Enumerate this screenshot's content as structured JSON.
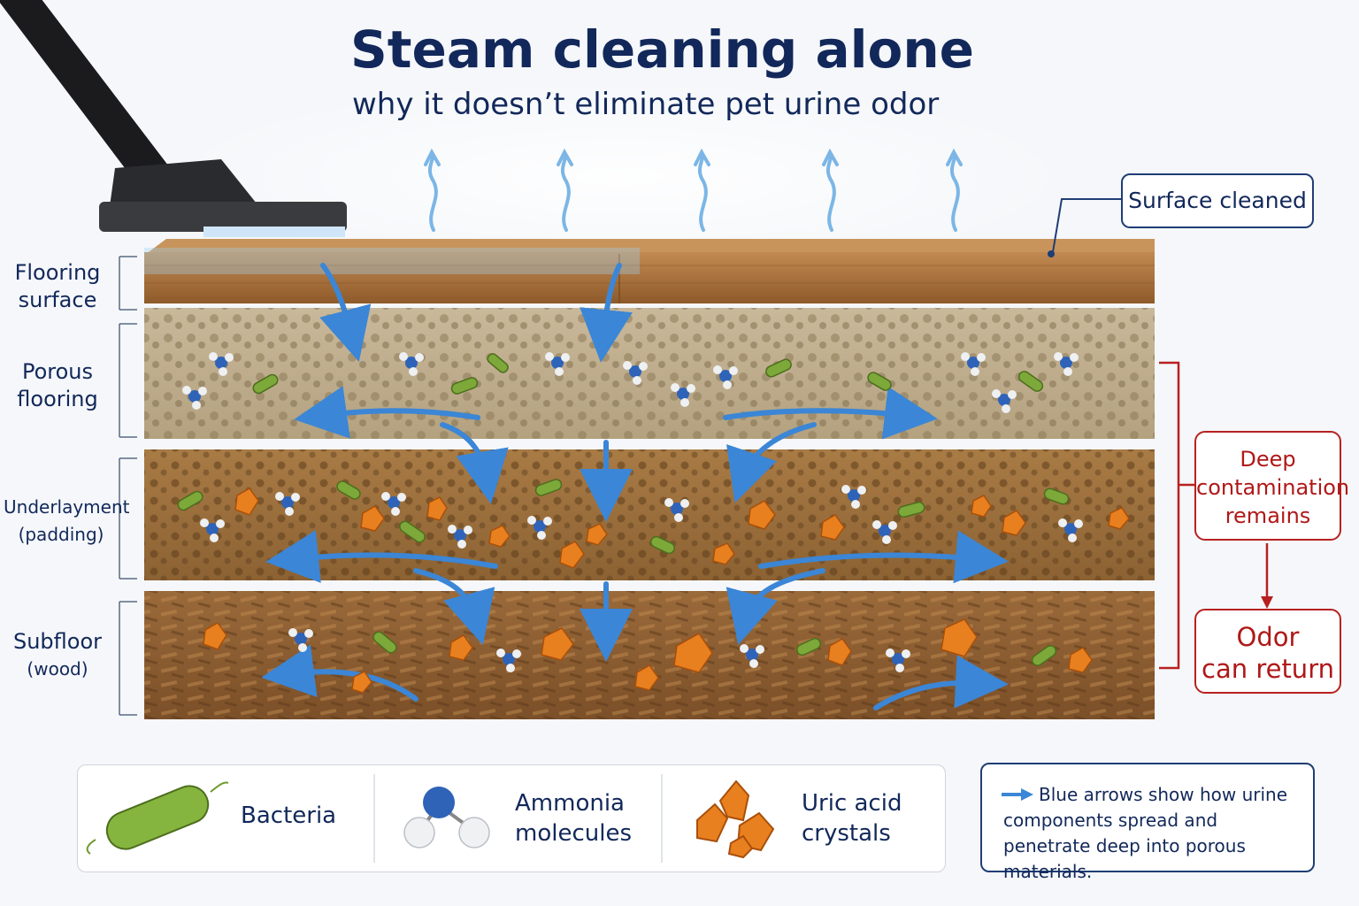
{
  "header": {
    "title": "Steam cleaning alone",
    "subtitle": "why it doesn’t eliminate pet urine odor"
  },
  "layers": [
    {
      "line1": "Flooring",
      "line2": "surface"
    },
    {
      "line1": "Porous",
      "line2": "flooring"
    },
    {
      "line1": "Underlayment",
      "line2": "(padding)"
    },
    {
      "line1": "Subfloor",
      "line2": "(wood)"
    }
  ],
  "callouts": {
    "surface_cleaned": "Surface cleaned",
    "deep_contamination": [
      "Deep",
      "contamination",
      "remains"
    ],
    "odor_return": [
      "Odor",
      "can return"
    ]
  },
  "legend": {
    "bacteria": "Bacteria",
    "ammonia": [
      "Ammonia",
      "molecules"
    ],
    "uric": [
      "Uric acid",
      "crystals"
    ]
  },
  "note": {
    "text": "Blue arrows show how urine components spread and penetrate deep into porous materials."
  },
  "colors": {
    "navy": "#12285a",
    "red": "#b82020",
    "arrow_blue": "#3b86d6",
    "wood": "#a8703a",
    "crystal_orange": "#e8801f",
    "bacteria_green": "#7da83a"
  }
}
